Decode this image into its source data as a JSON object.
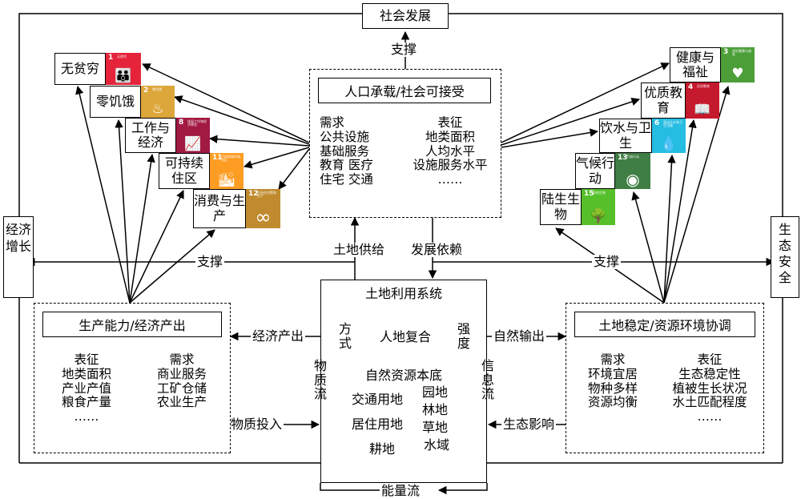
{
  "center": {
    "title": "土地利用系统",
    "mode": "方式",
    "intensity": "强度",
    "human_land": "人地复合",
    "material_flow": "物质流",
    "info_flow": "信息流",
    "resources_base": "自然资源本底",
    "land_types": [
      "交通用地",
      "园地",
      "林地",
      "居住用地",
      "草地",
      "耕地",
      "水域"
    ]
  },
  "top_box": {
    "title": "人口承载/社会可接受",
    "left_lines": [
      "需求",
      "公共设施",
      "基础服务",
      "教育 医疗",
      "住宅 交通"
    ],
    "right_lines": [
      "表征",
      "地类面积",
      "人均水平",
      "设施服务水平",
      "……"
    ]
  },
  "left_box": {
    "title": "生产能力/经济产出",
    "left_lines": [
      "表征",
      "地类面积",
      "产业产值",
      "粮食产量",
      "……"
    ],
    "right_lines": [
      "需求",
      "商业服务",
      "工矿仓储",
      "农业生产"
    ]
  },
  "right_box": {
    "title": "土地稳定/资源环境协调",
    "left_lines": [
      "需求",
      "环境宜居",
      "物种多样",
      "资源均衡"
    ],
    "right_lines": [
      "表征",
      "生态稳定性",
      "植被生长状况",
      "水土匹配程度",
      "……"
    ]
  },
  "outer": {
    "social": "社会发展",
    "economic": "经济增长",
    "ecological": "生态安全",
    "energy_flow": "能量流"
  },
  "links": {
    "support": "支撑",
    "land_supply": "土地供给",
    "dev_dependency": "发展依赖",
    "economic_output": "经济产出",
    "material_input": "物质投入",
    "natural_output": "自然输出",
    "eco_impact": "生态影响"
  },
  "sdg_left": [
    {
      "label": "无贫穷",
      "num": "1",
      "sub": "无贫穷",
      "icon": "family-icon",
      "glyph": "👪",
      "color": "#E5243B"
    },
    {
      "label": "零饥饿",
      "num": "2",
      "sub": "零饥饿",
      "icon": "food-bowl-icon",
      "glyph": "♨",
      "color": "#DDA63A"
    },
    {
      "label": "工作与经济",
      "num": "8",
      "sub": "体面工作和经济增长",
      "icon": "growth-chart-icon",
      "glyph": "📈",
      "color": "#A21942"
    },
    {
      "label": "可持续住区",
      "num": "11",
      "sub": "可持续城市和社区",
      "icon": "city-icon",
      "glyph": "🏙",
      "color": "#FD9D24"
    },
    {
      "label": "消费与生产",
      "num": "12",
      "sub": "负责任消费和生产",
      "icon": "infinity-icon",
      "glyph": "∞",
      "color": "#BF8B2E"
    }
  ],
  "sdg_right": [
    {
      "label": "健康与福祉",
      "num": "3",
      "sub": "良好健康与福祉",
      "icon": "heartbeat-icon",
      "glyph": "♥",
      "color": "#4C9F38"
    },
    {
      "label": "优质教育",
      "num": "4",
      "sub": "优质教育",
      "icon": "book-icon",
      "glyph": "📖",
      "color": "#C5192D"
    },
    {
      "label": "饮水与卫生",
      "num": "6",
      "sub": "清洁饮水和卫生设施",
      "icon": "water-drop-icon",
      "glyph": "💧",
      "color": "#26BDE2"
    },
    {
      "label": "气候行动",
      "num": "13",
      "sub": "气候行动",
      "icon": "eye-icon",
      "glyph": "◉",
      "color": "#3F7E44"
    },
    {
      "label": "陆生生物",
      "num": "15",
      "sub": "陆地生物",
      "icon": "tree-icon",
      "glyph": "🌳",
      "color": "#56C02B"
    }
  ]
}
